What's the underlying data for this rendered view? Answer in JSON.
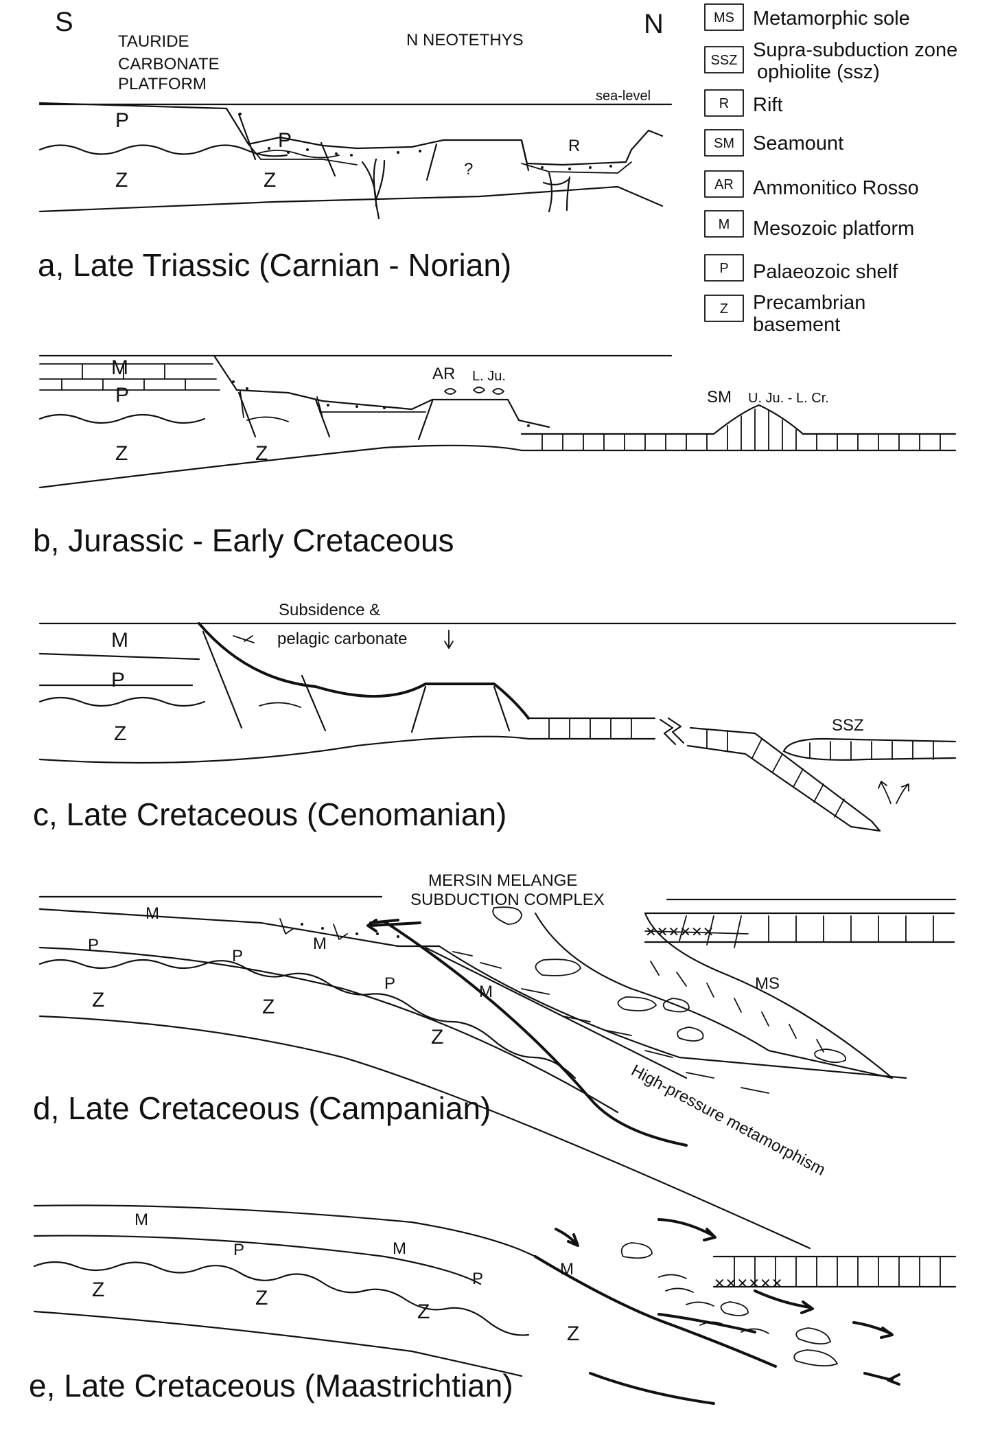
{
  "compass": {
    "south": "S",
    "north": "N"
  },
  "panel_a": {
    "caption": "a, Late Triassic (Carnian - Norian)",
    "platform_label": [
      "TAURIDE",
      "CARBONATE",
      "PLATFORM"
    ],
    "ocean_label": "N NEOTETHYS",
    "sea_level": "sea-level",
    "labels": {
      "p1": "P",
      "p2": "P",
      "z1": "Z",
      "z2": "Z",
      "q": "?",
      "r": "R"
    }
  },
  "panel_b": {
    "caption": "b, Jurassic - Early Cretaceous",
    "labels": {
      "m": "M",
      "p": "P",
      "z1": "Z",
      "z2": "Z",
      "ar": "AR",
      "lju": "L. Ju.",
      "sm": "SM",
      "ujlcr": "U. Ju. - L. Cr."
    }
  },
  "panel_c": {
    "caption": "c, Late Cretaceous (Cenomanian)",
    "annotation": [
      "Subsidence &",
      "pelagic  carbonate"
    ],
    "labels": {
      "m": "M",
      "p": "P",
      "z": "Z",
      "ssz": "SSZ"
    }
  },
  "panel_d": {
    "caption": "d, Late Cretaceous (Campanian)",
    "title": [
      "MERSIN MELANGE",
      "SUBDUCTION COMPLEX"
    ],
    "hp": "High-pressure metamorphism",
    "labels": {
      "m1": "M",
      "m2": "M",
      "m3": "M",
      "p1": "P",
      "p2": "P",
      "p3": "P",
      "z1": "Z",
      "z2": "Z",
      "z3": "Z",
      "ms": "MS"
    }
  },
  "panel_e": {
    "caption": "e, Late Cretaceous (Maastrichtian)",
    "labels": {
      "m1": "M",
      "m2": "M",
      "m3": "M",
      "p1": "P",
      "p2": "P",
      "z1": "Z",
      "z2": "Z",
      "z3": "Z",
      "z4": "Z"
    }
  },
  "legend": [
    {
      "code": "MS",
      "text": [
        "Metamorphic sole"
      ]
    },
    {
      "code": "SSZ",
      "text": [
        "Supra-subduction zone",
        "ophiolite (ssz)"
      ]
    },
    {
      "code": "R",
      "text": [
        "Rift"
      ]
    },
    {
      "code": "SM",
      "text": [
        "Seamount"
      ]
    },
    {
      "code": "AR",
      "text": [
        "Ammonitico Rosso"
      ]
    },
    {
      "code": "M",
      "text": [
        "Mesozoic platform"
      ]
    },
    {
      "code": "P",
      "text": [
        "Palaeozoic shelf"
      ]
    },
    {
      "code": "Z",
      "text": [
        "Precambrian",
        "basement"
      ]
    }
  ]
}
